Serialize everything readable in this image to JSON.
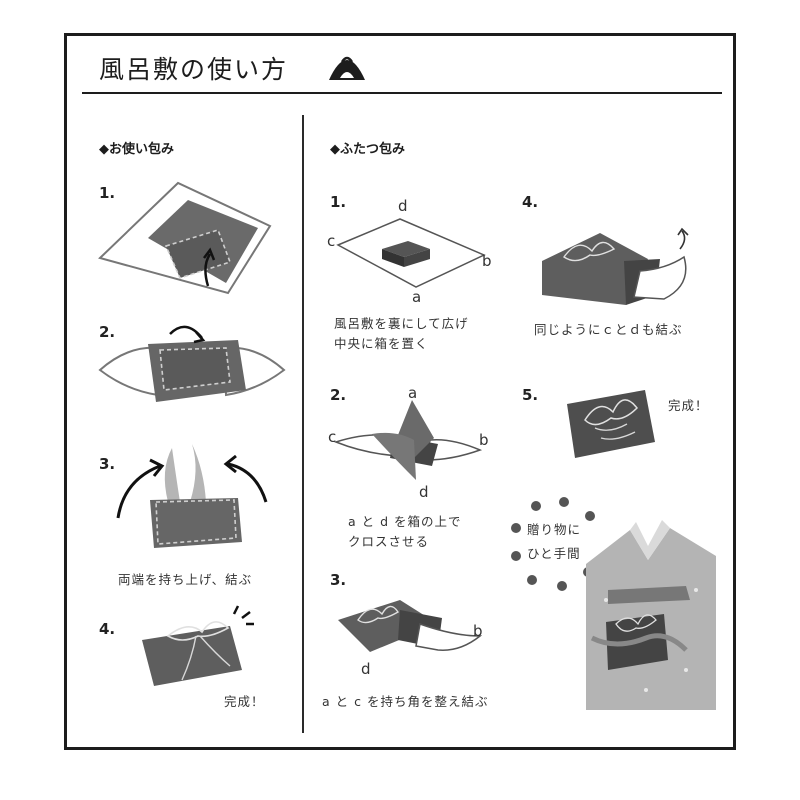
{
  "title": "風呂敷の使い方",
  "icons": {
    "logo": "furoshiki-logo-icon"
  },
  "colors": {
    "frame": "#1d1d1d",
    "cloth_dark": "#5e5e5e",
    "cloth_light": "#cfcfcf",
    "dots": "#555555"
  },
  "left_section": {
    "heading": "◆お使い包み",
    "steps": [
      {
        "number": "1."
      },
      {
        "number": "2."
      },
      {
        "number": "3.",
        "caption": "両端を持ち上げ、結ぶ"
      },
      {
        "number": "4.",
        "caption": "完成！"
      }
    ]
  },
  "right_section": {
    "heading": "◆ふたつ包み",
    "steps": [
      {
        "number": "1.",
        "labels": {
          "a": "a",
          "b": "b",
          "c": "c",
          "d": "d"
        },
        "caption_lines": [
          "風呂敷を裏にして広げ",
          "中央に箱を置く"
        ]
      },
      {
        "number": "2.",
        "labels": {
          "a": "a",
          "b": "b",
          "c": "c",
          "d": "d"
        },
        "caption_lines": [
          "a と d を箱の上で",
          "クロスさせる"
        ]
      },
      {
        "number": "3.",
        "labels": {
          "b": "b",
          "d": "d"
        },
        "caption": "a と c を持ち角を整え結ぶ"
      },
      {
        "number": "4.",
        "caption": "同じようにｃとｄも結ぶ"
      },
      {
        "number": "5.",
        "caption": "完成！"
      }
    ],
    "gift_bubble_lines": [
      "贈り物に",
      "ひと手間"
    ]
  }
}
